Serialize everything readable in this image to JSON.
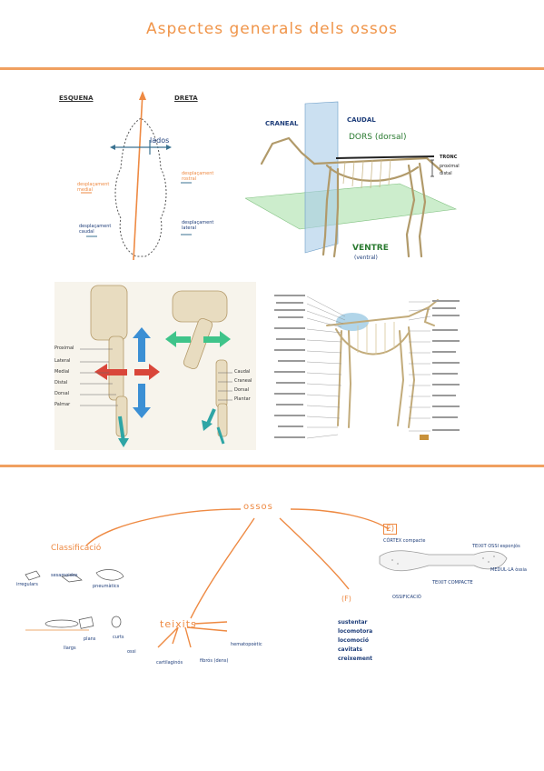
{
  "title": "Aspectes generals dels ossos",
  "diagram1": {
    "left_label": "ESQUENA",
    "right_label": "DRETA",
    "center_label": "lados",
    "left_notes": [
      "desplaçament medial",
      "desplaçament caudal"
    ],
    "right_notes": [
      "desplaçament rostral",
      "desplaçament lateral"
    ]
  },
  "diagram2": {
    "cranial": "CRANEAL",
    "caudal": "CAUDAL",
    "dors": "DORS (dorsal)",
    "ventre": "VENTRE",
    "ventre_sub": "(ventral)",
    "tronc": "TRONC",
    "tronc_notes": [
      "proximal",
      "distal"
    ]
  },
  "diagram3": {
    "left_labels": [
      "Proximal",
      "Lateral",
      "Medial",
      "Distal",
      "Dorsal",
      "Palmar"
    ],
    "right_labels": [
      "Caudal",
      "Craneal",
      "Dorsal",
      "Plantar"
    ],
    "colors": {
      "blue": "#3b8fd4",
      "red": "#d9463a",
      "green": "#3fc48a",
      "teal": "#2ea5a5"
    }
  },
  "mindmap": {
    "center": "ossos",
    "right_top": "E)",
    "classificacio": "Classificació",
    "teixits": "teixits",
    "functions_label": "(F)",
    "functions": [
      "sustentar",
      "locomotora",
      "locomoció",
      "cavitats",
      "creixement"
    ],
    "bone_types": [
      "llargs",
      "plans",
      "curts",
      "sesamoides",
      "irregulars",
      "pneumàtics"
    ],
    "tissues": [
      "ossi",
      "cartilaginós",
      "fibrós (dens)",
      "hematopoètic"
    ],
    "bone_parts": [
      "CÒRTEX compacte",
      "TEIXIT OSSI esponjós",
      "TEIXIT COMPACTE",
      "OSSIFICACIÓ",
      "MEDUL·LA òssia"
    ]
  }
}
